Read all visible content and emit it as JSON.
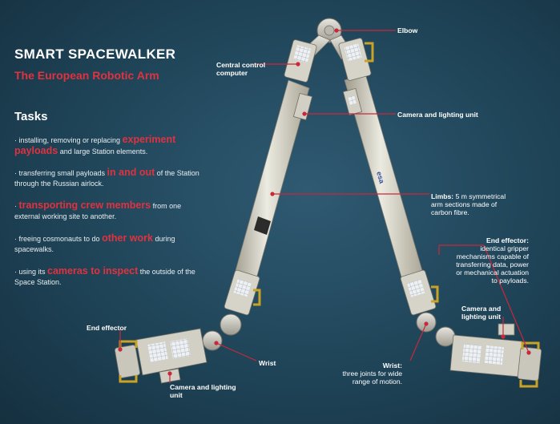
{
  "header": {
    "title": "SMART SPACEWALKER",
    "subtitle": "The European Robotic Arm"
  },
  "tasks": {
    "heading": "Tasks",
    "items": [
      {
        "pre": "· installing, removing or replacing ",
        "highlight": "experiment payloads",
        "post": " and large Station elements."
      },
      {
        "pre": "· transferring small payloads ",
        "highlight": "in and out",
        "post": " of the Station through the Russian airlock."
      },
      {
        "pre": "· ",
        "highlight": "transporting crew members",
        "post": " from one external working site to another."
      },
      {
        "pre": "· freeing cosmonauts to do ",
        "highlight": "other work",
        "post": " during spacewalks."
      },
      {
        "pre": "· using its ",
        "highlight": "cameras to inspect",
        "post": " the outside of the Space Station."
      }
    ]
  },
  "labels": {
    "elbow": "Elbow",
    "central_control_1": "Central control",
    "central_control_2": "computer",
    "camera_top": "Camera and lighting unit",
    "limbs_title": "Limbs:",
    "limbs_body_1": "5 m symmetrical",
    "limbs_body_2": "arm sections made of",
    "limbs_body_3": "carbon fibre.",
    "end_effector_right_title": "End effector:",
    "end_effector_right_1": "identical gripper",
    "end_effector_right_2": "mechanisms capable of",
    "end_effector_right_3": "transferring data, power",
    "end_effector_right_4": "or mechanical actuation",
    "end_effector_right_5": "to payloads.",
    "camera_right_1": "Camera and",
    "camera_right_2": "lighting unit",
    "wrist_right_title": "Wrist:",
    "wrist_right_1": "three joints for wide",
    "wrist_right_2": "range of motion.",
    "end_effector_left": "End effector",
    "wrist_left": "Wrist",
    "camera_bottom_1": "Camera and lighting",
    "camera_bottom_2": "unit",
    "esa_logo": "esa"
  },
  "colors": {
    "accent": "#e0323f",
    "arm": "#d8d4c3",
    "joint": "#c9c7bc",
    "pointer": "#c8283a"
  }
}
